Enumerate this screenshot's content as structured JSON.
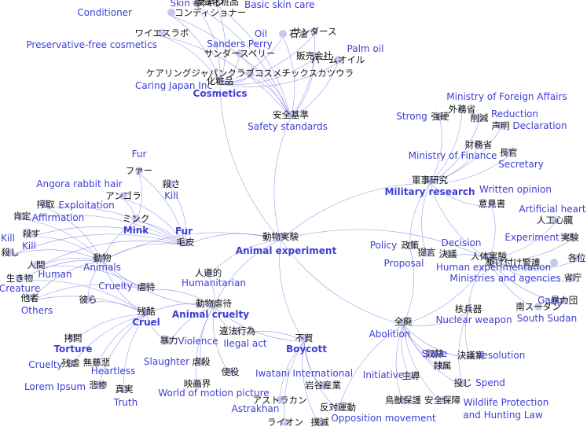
{
  "nodes": [
    {
      "id": "skin",
      "jp": "スキン",
      "en": "Skin"
    },
    {
      "id": "kisokesho",
      "jp": "基礎化粧品",
      "en": "Basic skin care"
    },
    {
      "id": "conditioner",
      "jp": "コンディショナー",
      "en": "Conditioner"
    },
    {
      "id": "wyeth",
      "jp": "ワイエスラボ",
      "en": "Preservative-free cosmetics"
    },
    {
      "id": "oil",
      "jp": "石油",
      "en": "Oil"
    },
    {
      "id": "sanders",
      "jp": "サンダース",
      "en": ""
    },
    {
      "id": "palm",
      "jp": "パームオイル",
      "en": "Palm oil"
    },
    {
      "id": "sanderssperry",
      "jp": "サンダースペリー",
      "en": "Sanders Perry"
    },
    {
      "id": "hanbai",
      "jp": "販売会社",
      "en": ""
    },
    {
      "id": "caring",
      "jp": "ケアリングジャパンクラブコスメチックスカツウラ",
      "en": "Caring Japan Inc"
    },
    {
      "id": "cosmetics",
      "jp": "化粧品",
      "en": "Cosmetics"
    },
    {
      "id": "safety",
      "jp": "安全基準",
      "en": "Safety standards"
    },
    {
      "id": "mofa",
      "jp": "外務省",
      "en": "Ministry of Foreign Affairs"
    },
    {
      "id": "kyoko",
      "jp": "強硬",
      "en": "Strong"
    },
    {
      "id": "sakugen",
      "jp": "削減",
      "en": "Reduction"
    },
    {
      "id": "seimei",
      "jp": "声明",
      "en": "Declaration"
    },
    {
      "id": "mof",
      "jp": "財務省",
      "en": "Ministry of Finance"
    },
    {
      "id": "chokan",
      "jp": "長官",
      "en": "Secretary"
    },
    {
      "id": "military",
      "jp": "軍事研究",
      "en": "Military research"
    },
    {
      "id": "ikensho",
      "jp": "意見書",
      "en": "Written opinion"
    },
    {
      "id": "jinkoshinzo",
      "jp": "人工心臓",
      "en": "Artificial heart"
    },
    {
      "id": "jikken",
      "jp": "実験",
      "en": "Experiment"
    },
    {
      "id": "kakui",
      "jp": "各位",
      "en": ""
    },
    {
      "id": "kakeduke",
      "jp": "駆け付け警護",
      "en": ""
    },
    {
      "id": "shocho",
      "jp": "省庁",
      "en": "Ministries and agencies"
    },
    {
      "id": "boryokudan",
      "jp": "暴力団",
      "en": "Gang"
    },
    {
      "id": "sudan",
      "jp": "南スーダン",
      "en": "South Sudan"
    },
    {
      "id": "fur",
      "jp": "ファー",
      "en": "Fur"
    },
    {
      "id": "korosa",
      "jp": "殺さ",
      "en": "Kill"
    },
    {
      "id": "angora",
      "jp": "アンゴラ",
      "en": "Angora rabbit hair"
    },
    {
      "id": "sakushu",
      "jp": "搾取",
      "en": "Exploitation"
    },
    {
      "id": "kotei",
      "jp": "肯定",
      "en": "Affirmation"
    },
    {
      "id": "mink",
      "jp": "ミンク",
      "en": "Mink"
    },
    {
      "id": "keigawa",
      "jp": "毛皮",
      "en": "Fur"
    },
    {
      "id": "korosu",
      "jp": "殺す",
      "en": "Kill"
    },
    {
      "id": "koroshi",
      "jp": "殺し",
      "en": "Kill"
    },
    {
      "id": "dobutsu",
      "jp": "動物",
      "en": "Animals"
    },
    {
      "id": "ningen",
      "jp": "人間",
      "en": "Human"
    },
    {
      "id": "ikimono",
      "jp": "生き物",
      "en": "Creature"
    },
    {
      "id": "tasha",
      "jp": "他者",
      "en": "Others"
    },
    {
      "id": "karera",
      "jp": "彼ら",
      "en": ""
    },
    {
      "id": "jindoteki",
      "jp": "人道的",
      "en": "Humanitarian"
    },
    {
      "id": "gyakutai",
      "jp": "虐待",
      "en": "Cruelty"
    },
    {
      "id": "animalexp",
      "jp": "動物実験",
      "en": "Animal experiment"
    },
    {
      "id": "seisaku",
      "jp": "政策",
      "en": "Policy"
    },
    {
      "id": "teian",
      "jp": "提言",
      "en": "Proposal"
    },
    {
      "id": "ketsugi",
      "jp": "決議",
      "en": "Decision"
    },
    {
      "id": "jintai",
      "jp": "人体実験",
      "en": "Human experimentation"
    },
    {
      "id": "dobutsugyakutai",
      "jp": "動物虐待",
      "en": "Animal cruelty"
    },
    {
      "id": "zankoku",
      "jp": "残酷",
      "en": "Cruel"
    },
    {
      "id": "ihokoi",
      "jp": "違法行為",
      "en": "Ilegal act"
    },
    {
      "id": "boryoku",
      "jp": "暴力",
      "en": "Violence"
    },
    {
      "id": "gomon",
      "jp": "拷問",
      "en": "Torture"
    },
    {
      "id": "zangyaku",
      "jp": "残虐",
      "en": "Cruelty"
    },
    {
      "id": "mujihi",
      "jp": "無慈悲",
      "en": "Heartless"
    },
    {
      "id": "higeki",
      "jp": "悲惨",
      "en": "Lorem Ipsum"
    },
    {
      "id": "shinjitsu",
      "jp": "真実",
      "en": "Truth"
    },
    {
      "id": "gyakusatsu",
      "jp": "虐殺",
      "en": "Slaughter"
    },
    {
      "id": "eigakai",
      "jp": "映画界",
      "en": "World of motion picture"
    },
    {
      "id": "shieki",
      "jp": "使役",
      "en": ""
    },
    {
      "id": "fubai",
      "jp": "不買",
      "en": "Boycott"
    },
    {
      "id": "iwatani",
      "jp": "岩谷産業",
      "en": "Iwatani International"
    },
    {
      "id": "astrakhan",
      "jp": "アストラカン",
      "en": "Astrakhan"
    },
    {
      "id": "hantai",
      "jp": "反対運動",
      "en": "Opposition movement"
    },
    {
      "id": "raion",
      "jp": "ライオン",
      "en": ""
    },
    {
      "id": "bokumetsu",
      "jp": "撲滅",
      "en": ""
    },
    {
      "id": "kakuheiki",
      "jp": "核兵器",
      "en": "Nuclear weapon"
    },
    {
      "id": "haishi",
      "jp": "全廃",
      "en": "Abolition"
    },
    {
      "id": "dorei",
      "jp": "奴隷",
      "en": "Slave"
    },
    {
      "id": "ketsugian",
      "jp": "決議案",
      "en": "Resolution"
    },
    {
      "id": "reizoku",
      "jp": "隷属",
      "en": ""
    },
    {
      "id": "shudo",
      "jp": "主導",
      "en": "Initiative"
    },
    {
      "id": "tojiru",
      "jp": "投じ",
      "en": "Spend"
    },
    {
      "id": "chojuhogo",
      "jp": "鳥獣保護",
      "en": "Wildlife Protection"
    },
    {
      "id": "anzenhosho",
      "jp": "安全保障",
      "en": "and Hunting Law"
    }
  ]
}
